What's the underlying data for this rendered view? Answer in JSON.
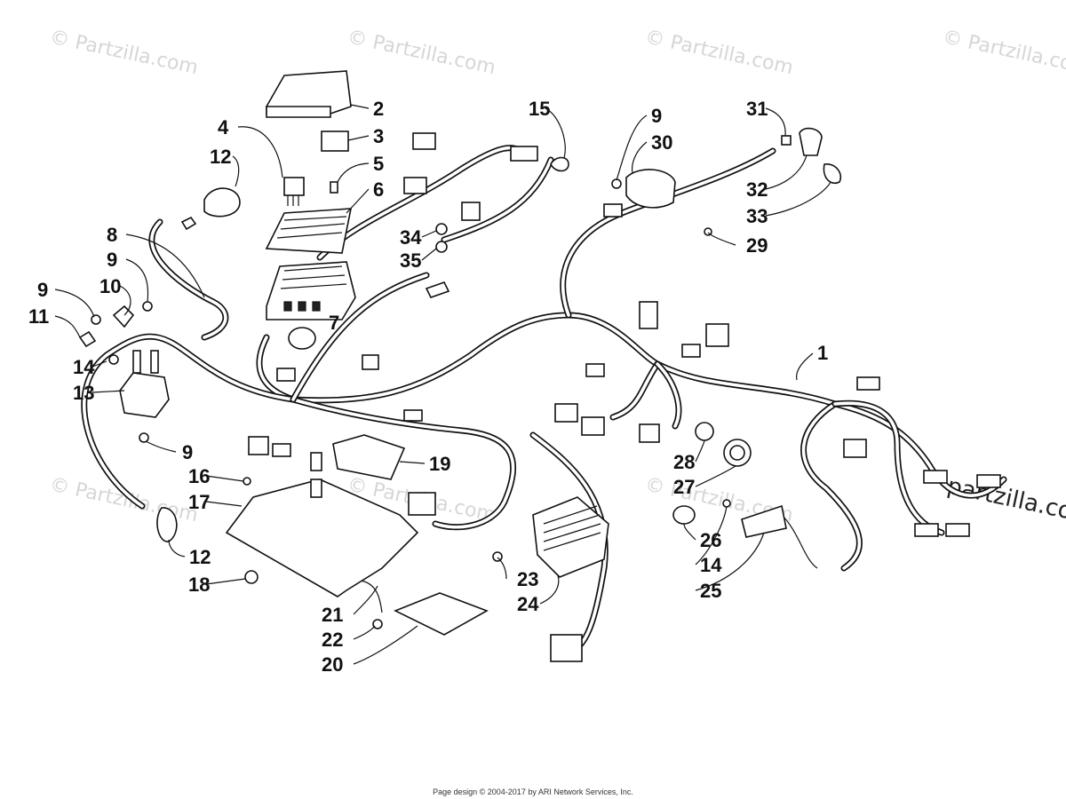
{
  "watermark_text": "© Partzilla.com",
  "watermark_brand": "partzilla.co",
  "footer_text": "Page design © 2004-2017 by ARI Network Services, Inc.",
  "callouts": [
    {
      "id": "c1",
      "label": "1"
    },
    {
      "id": "c2",
      "label": "2"
    },
    {
      "id": "c3",
      "label": "3"
    },
    {
      "id": "c4",
      "label": "4"
    },
    {
      "id": "c5",
      "label": "5"
    },
    {
      "id": "c6",
      "label": "6"
    },
    {
      "id": "c7",
      "label": "7"
    },
    {
      "id": "c8",
      "label": "8"
    },
    {
      "id": "c9a",
      "label": "9"
    },
    {
      "id": "c9b",
      "label": "9"
    },
    {
      "id": "c9c",
      "label": "9"
    },
    {
      "id": "c9d",
      "label": "9"
    },
    {
      "id": "c10",
      "label": "10"
    },
    {
      "id": "c11",
      "label": "11"
    },
    {
      "id": "c12a",
      "label": "12"
    },
    {
      "id": "c12b",
      "label": "12"
    },
    {
      "id": "c13",
      "label": "13"
    },
    {
      "id": "c14a",
      "label": "14"
    },
    {
      "id": "c14b",
      "label": "14"
    },
    {
      "id": "c15",
      "label": "15"
    },
    {
      "id": "c16",
      "label": "16"
    },
    {
      "id": "c17",
      "label": "17"
    },
    {
      "id": "c18",
      "label": "18"
    },
    {
      "id": "c19",
      "label": "19"
    },
    {
      "id": "c20",
      "label": "20"
    },
    {
      "id": "c21",
      "label": "21"
    },
    {
      "id": "c22",
      "label": "22"
    },
    {
      "id": "c23",
      "label": "23"
    },
    {
      "id": "c24",
      "label": "24"
    },
    {
      "id": "c25",
      "label": "25"
    },
    {
      "id": "c26",
      "label": "26"
    },
    {
      "id": "c27",
      "label": "27"
    },
    {
      "id": "c28",
      "label": "28"
    },
    {
      "id": "c29",
      "label": "29"
    },
    {
      "id": "c30",
      "label": "30"
    },
    {
      "id": "c31",
      "label": "31"
    },
    {
      "id": "c32",
      "label": "32"
    },
    {
      "id": "c33",
      "label": "33"
    },
    {
      "id": "c34",
      "label": "34"
    },
    {
      "id": "c35",
      "label": "35"
    }
  ]
}
